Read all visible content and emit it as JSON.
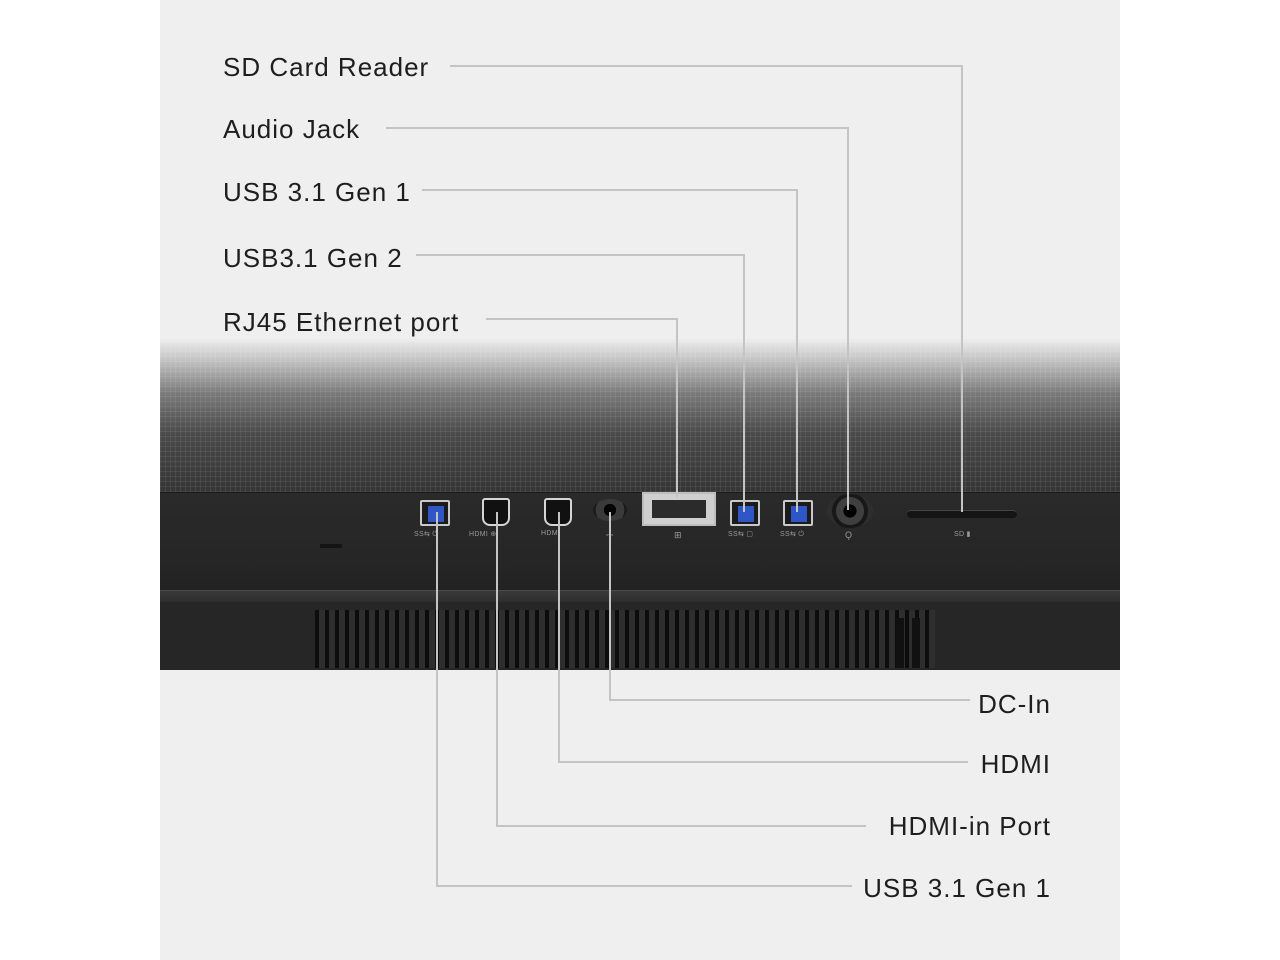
{
  "labels": {
    "top": [
      "SD Card Reader",
      "Audio Jack",
      "USB 3.1 Gen 1",
      "USB3.1 Gen 2",
      "RJ45 Ethernet port"
    ],
    "bottom": [
      "DC-In",
      "HDMI",
      "HDMI-in Port",
      "USB 3.1 Gen 1"
    ]
  },
  "port_markings": {
    "usb_left": "SS⇆ ⏻",
    "hdmi_in": "HDMI ⊕",
    "hdmi": "HDMI",
    "dc": "⎓",
    "rj45": "⊞",
    "usb_a": "SS⇆ ▢",
    "usb_b": "SS⇆ ⏻",
    "audio": "Ǫ",
    "sd": "SD ▮"
  },
  "colors": {
    "panel_background": "#efefef",
    "leader_line": "#c4c4c4",
    "label_text": "#1e1e1e",
    "usb_insert": "#2f56c6",
    "device_body": "#2a2a2a"
  }
}
